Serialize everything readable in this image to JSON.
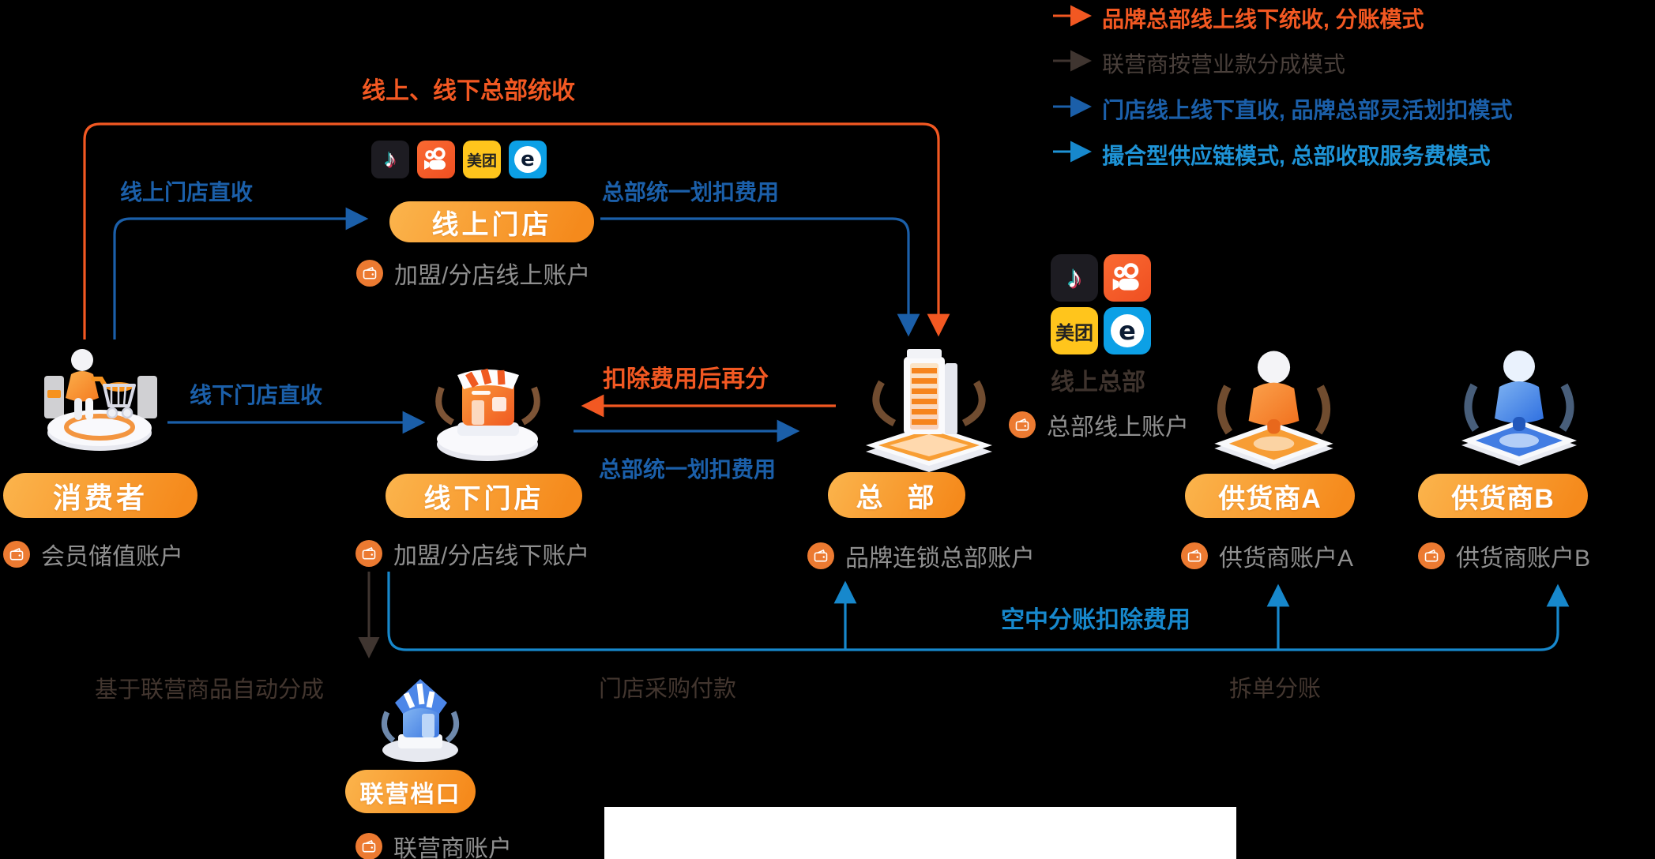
{
  "legend": {
    "items": [
      {
        "label": "品牌总部线上线下统收, 分账模式",
        "color": "#F25822"
      },
      {
        "label": "联营商按营业款分成模式",
        "color": "#3F3530"
      },
      {
        "label": "门店线上线下直收, 品牌总部灵活划扣模式",
        "color": "#1B5FA9"
      },
      {
        "label": "撮合型供应链模式, 总部收取服务费模式",
        "color": "#1E93D6"
      }
    ]
  },
  "flow_labels": {
    "top_unified": "线上、线下总部统收",
    "online_direct": "线上门店直收",
    "hq_deduct_top": "总部统一划扣费用",
    "offline_direct": "线下门店直收",
    "split_after_fee": "扣除费用后再分",
    "hq_deduct_mid": "总部统一划扣费用",
    "auto_split": "基于联营商品自动分成",
    "purchase_pay": "门店采购付款",
    "air_split": "空中分账扣除费用",
    "order_split": "拆单分账"
  },
  "nodes": {
    "consumer": {
      "label": "消费者",
      "account": "会员储值账户"
    },
    "online_store": {
      "label": "线上门店",
      "account": "加盟/分店线上账户"
    },
    "offline_store": {
      "label": "线下门店",
      "account": "加盟/分店线下账户"
    },
    "hq": {
      "label": "总  部",
      "account": "品牌连锁总部账户"
    },
    "online_hq": {
      "label": "线上总部",
      "account": "总部线上账户"
    },
    "supplier_a": {
      "label": "供货商A",
      "account": "供货商账户A"
    },
    "supplier_b": {
      "label": "供货商B",
      "account": "供货商账户B"
    },
    "joint_stall": {
      "label": "联营档口",
      "account": "联营商账户"
    }
  },
  "platform_icons": {
    "douyin_glyph": "♪",
    "meituan_text": "美团",
    "eleme_text": "e"
  },
  "colors": {
    "accent_orange": "#F25822",
    "pill_gradient_start": "#FBB24A",
    "pill_gradient_end": "#F58A1C",
    "navy_blue": "#1B5FA9",
    "light_blue": "#1788CC",
    "dark_text": "#43362F",
    "gray_text": "#8F8F8F",
    "wallet_orange": "#EC7A31"
  }
}
